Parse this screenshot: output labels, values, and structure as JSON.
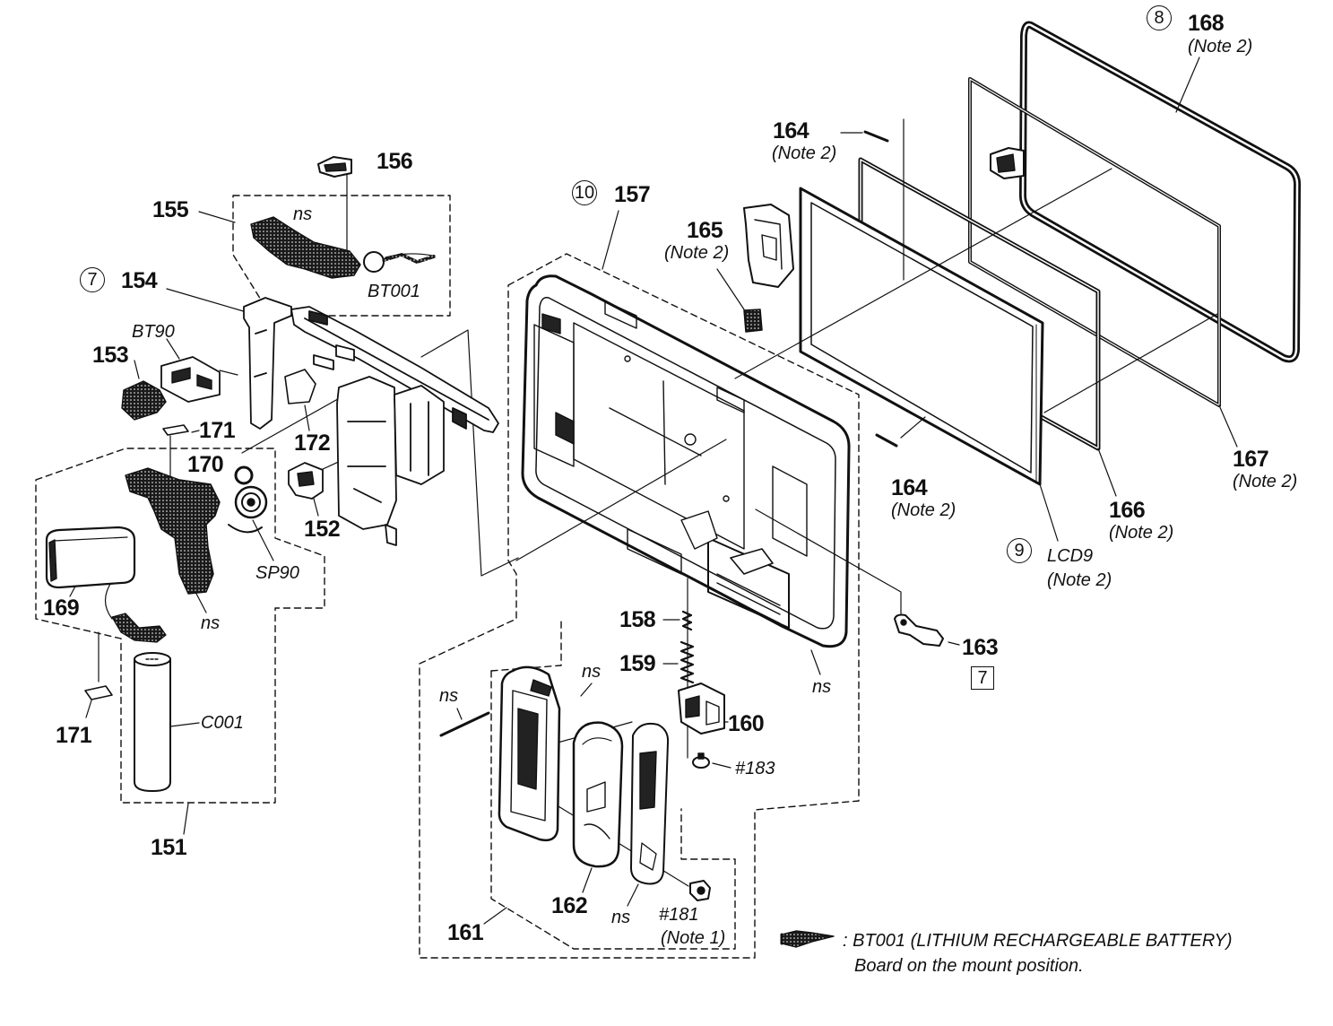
{
  "badges": {
    "b8": "8",
    "b10": "10",
    "b7": "7",
    "b9": "9"
  },
  "parts": {
    "p168": {
      "number": "168",
      "note": "(Note 2)"
    },
    "p164_top": {
      "number": "164",
      "note": "(Note 2)"
    },
    "p157": {
      "number": "157"
    },
    "p165": {
      "number": "165",
      "note": "(Note 2)"
    },
    "p156": {
      "number": "156"
    },
    "p155": {
      "number": "155"
    },
    "p154": {
      "number": "154"
    },
    "p153": {
      "number": "153"
    },
    "p171_upper": {
      "number": "171"
    },
    "p172": {
      "number": "172"
    },
    "p170": {
      "number": "170"
    },
    "p152": {
      "number": "152"
    },
    "p169": {
      "number": "169"
    },
    "p171_lower": {
      "number": "171"
    },
    "p151": {
      "number": "151"
    },
    "p164_mid": {
      "number": "164",
      "note": "(Note 2)"
    },
    "p167": {
      "number": "167",
      "note": "(Note 2)"
    },
    "p166": {
      "number": "166",
      "note": "(Note 2)"
    },
    "p163": {
      "number": "163",
      "box_ref": "7"
    },
    "p158": {
      "number": "158"
    },
    "p159": {
      "number": "159"
    },
    "p160": {
      "number": "160"
    },
    "p161": {
      "number": "161"
    },
    "p162": {
      "number": "162"
    }
  },
  "refs": {
    "bt001": "BT001",
    "bt90": "BT90",
    "sp90": "SP90",
    "c001": "C001",
    "lcd9": {
      "label": "LCD9",
      "note": "(Note 2)"
    },
    "screw_183": "#183",
    "screw_181": {
      "label": "#181",
      "note": "(Note 1)"
    },
    "ns": "ns"
  },
  "legend": {
    "icon": "hand-pointer-icon",
    "line1": ": BT001 (LITHIUM RECHARGEABLE BATTERY)",
    "line2": "Board on the mount position."
  },
  "colors": {
    "ink": "#111111",
    "paper": "#ffffff"
  }
}
